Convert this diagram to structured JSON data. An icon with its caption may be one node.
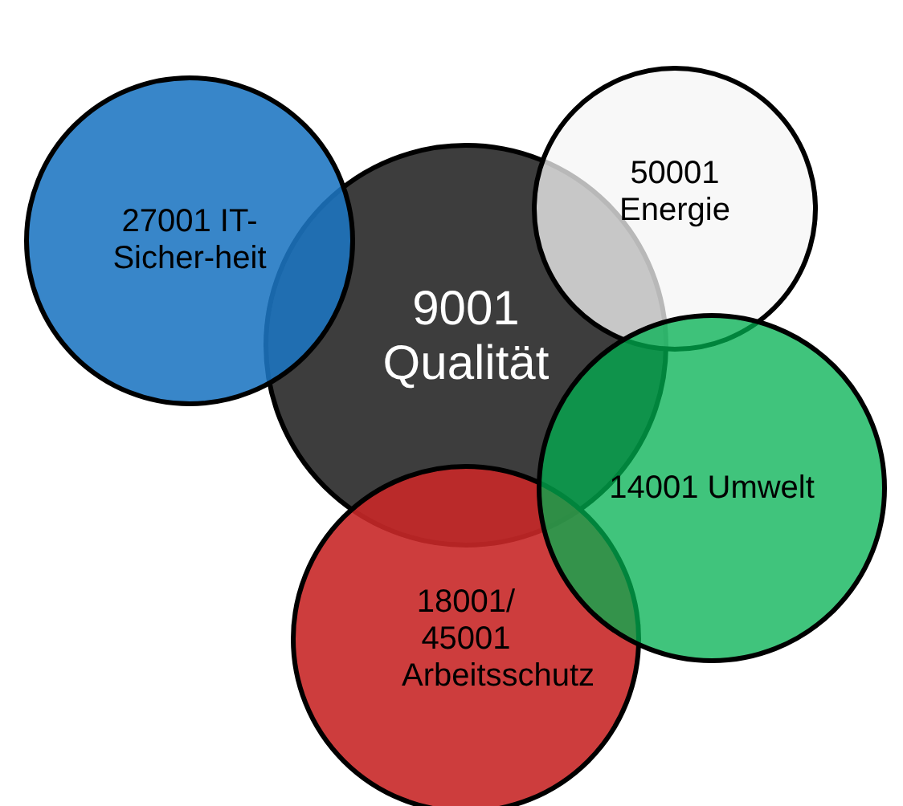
{
  "diagram": {
    "nodes": [
      {
        "text": [
          "27001 IT-Sicher-heit"
        ]
      },
      {
        "text": [
          "9001 Qualität"
        ]
      },
      {
        "text": [
          "50001 Energie"
        ]
      },
      {
        "text": [
          "14001 Umwelt"
        ]
      },
      {
        "text": [
          "18001/ 45001 Arbeitsschutz"
        ]
      }
    ]
  }
}
